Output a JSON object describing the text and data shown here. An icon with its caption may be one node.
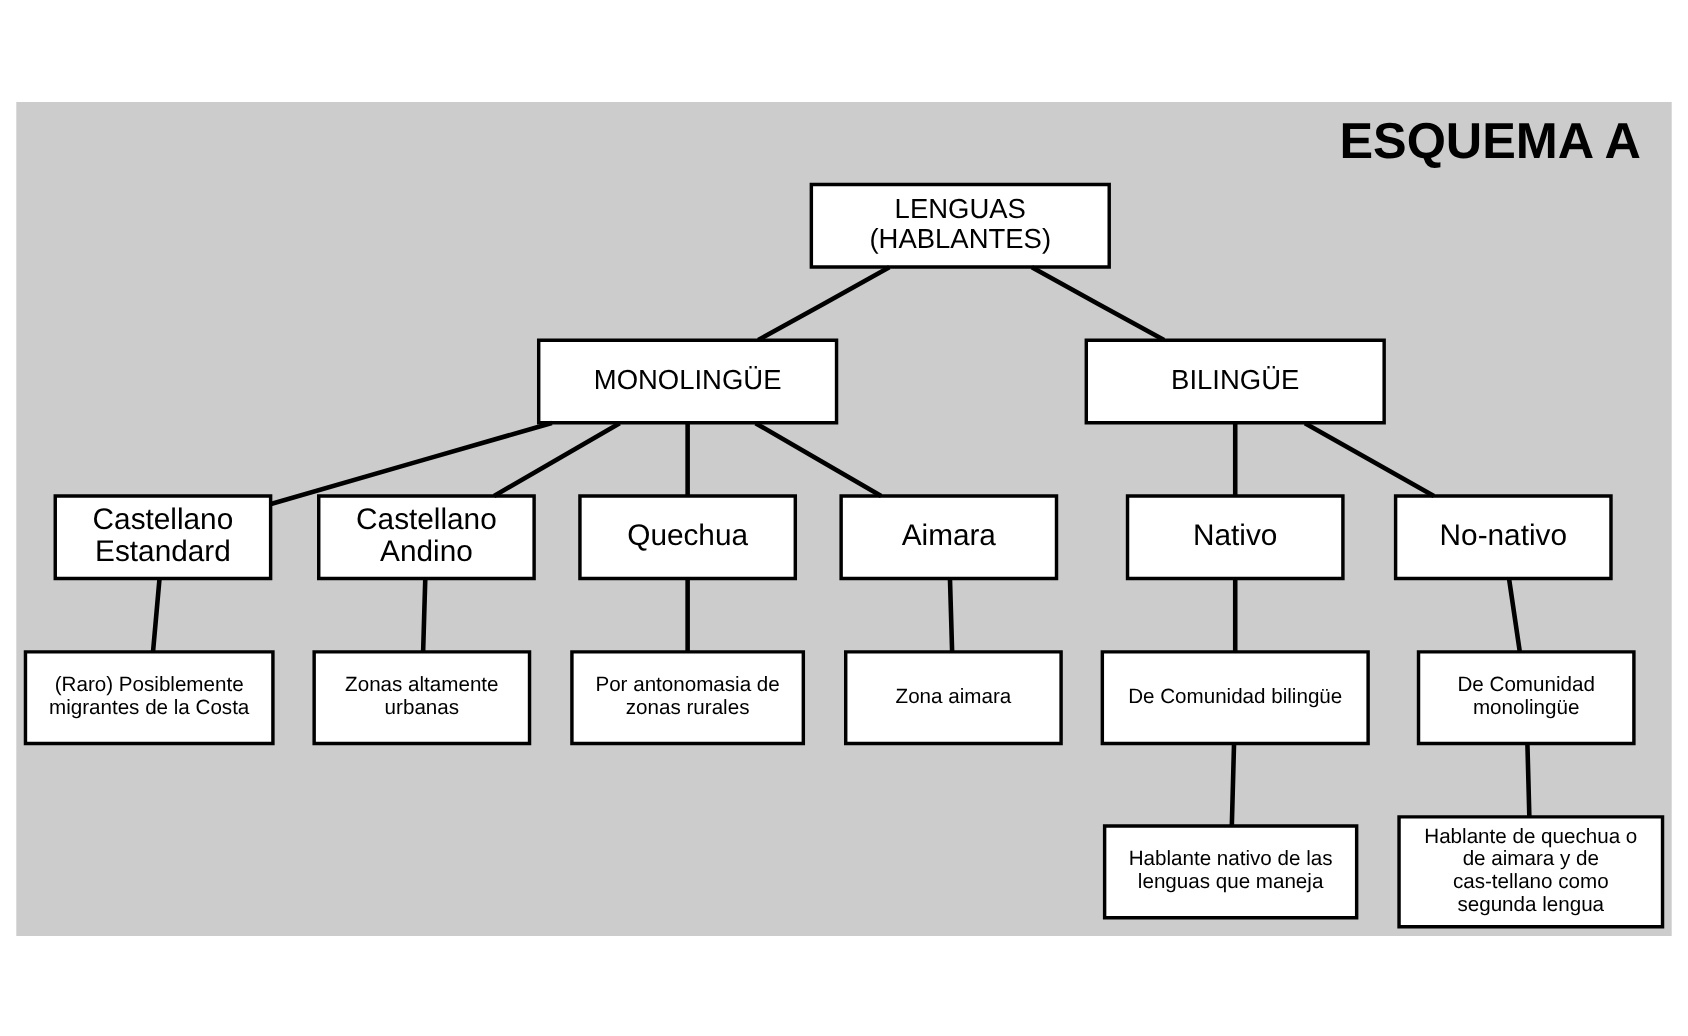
{
  "diagram": {
    "title": "ESQUEMA A",
    "nodes": [
      {
        "text": [
          "LENGUAS (HABLANTES)"
        ]
      },
      {
        "text": [
          "MONOLINGÜE"
        ]
      },
      {
        "text": [
          "BILINGÜE"
        ]
      },
      {
        "text": [
          "Castellano Estandard"
        ]
      },
      {
        "text": [
          "Castellano Andino"
        ]
      },
      {
        "text": [
          "Quechua"
        ]
      },
      {
        "text": [
          "Aimara"
        ]
      },
      {
        "text": [
          "Nativo"
        ]
      },
      {
        "text": [
          "No-nativo"
        ]
      },
      {
        "text": [
          "(Raro) Posiblemente migrantes de la Costa"
        ]
      },
      {
        "text": [
          "Zonas altamente urbanas"
        ]
      },
      {
        "text": [
          "Por antonomasia de zonas rurales"
        ]
      },
      {
        "text": [
          "Zona aimara"
        ]
      },
      {
        "text": [
          "De Comunidad bilingüe"
        ]
      },
      {
        "text": [
          "De Comunidad monolingüe"
        ]
      },
      {
        "text": [
          "Hablante nativo de las lenguas que maneja"
        ]
      },
      {
        "text": [
          "Hablante de quechua o de aimara y de cas-tellano como segunda lengua"
        ]
      }
    ],
    "edges": [
      {
        "from": 0,
        "to": 1,
        "arrow": "none"
      },
      {
        "from": 0,
        "to": 2,
        "arrow": "none"
      },
      {
        "from": 1,
        "to": 3,
        "arrow": "none"
      },
      {
        "from": 1,
        "to": 4,
        "arrow": "none"
      },
      {
        "from": 1,
        "to": 5,
        "arrow": "none"
      },
      {
        "from": 1,
        "to": 6,
        "arrow": "none"
      },
      {
        "from": 2,
        "to": 7,
        "arrow": "none"
      },
      {
        "from": 2,
        "to": 8,
        "arrow": "none"
      },
      {
        "from": 3,
        "to": 9,
        "arrow": "none"
      },
      {
        "from": 4,
        "to": 10,
        "arrow": "none"
      },
      {
        "from": 5,
        "to": 11,
        "arrow": "none"
      },
      {
        "from": 6,
        "to": 12,
        "arrow": "none"
      },
      {
        "from": 7,
        "to": 13,
        "arrow": "none"
      },
      {
        "from": 8,
        "to": 14,
        "arrow": "none"
      },
      {
        "from": 13,
        "to": 15,
        "arrow": "none"
      },
      {
        "from": 14,
        "to": 16,
        "arrow": "none"
      }
    ]
  }
}
